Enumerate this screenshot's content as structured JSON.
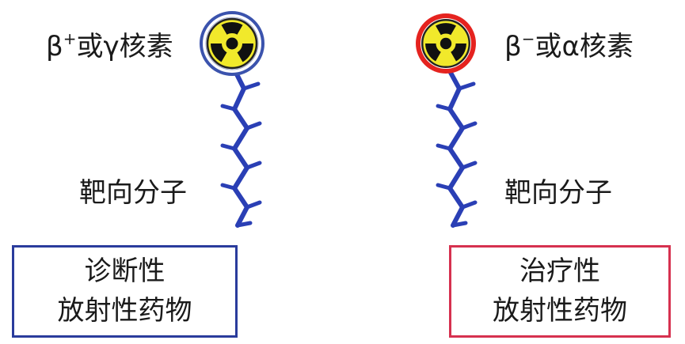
{
  "colors": {
    "diagnostic": "#2a3c9c",
    "therapeutic": "#d6314f",
    "chain": "#2a3fb5",
    "hazard_yellow": "#f1e92b",
    "ring_blue": "#3b53ad",
    "ring_red": "#e5231f"
  },
  "left": {
    "nuclide_base": "β",
    "nuclide_sup": "+",
    "nuclide_rest": "或γ核素",
    "targeting_label": "靶向分子",
    "box_line1": "诊断性",
    "box_line2": "放射性药物"
  },
  "right": {
    "nuclide_base": "β",
    "nuclide_sup": "−",
    "nuclide_rest": "或α核素",
    "targeting_label": "靶向分子",
    "box_line1": "治疗性",
    "box_line2": "放射性药物"
  },
  "icons": [
    "radiation-trefoil-icon",
    "radiation-trefoil-icon"
  ]
}
